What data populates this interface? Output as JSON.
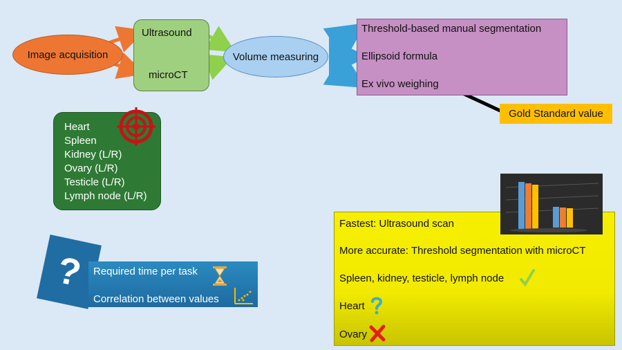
{
  "flow": {
    "acquisition": "Image acquisition",
    "modalities": [
      "Ultrasound",
      "microCT"
    ],
    "volume": "Volume measuring",
    "methods": [
      "Threshold-based manual segmentation",
      "Ellipsoid formula",
      "Ex vivo weighing"
    ],
    "gold_standard": "Gold Standard value"
  },
  "organs": [
    "Heart",
    "Spleen",
    "Kidney (L/R)",
    "Ovary (L/R)",
    "Testicle (L/R)",
    "Lymph node (L/R)"
  ],
  "metrics": [
    "Required time per task",
    "Correlation between values"
  ],
  "results": {
    "fastest": "Fastest: Ultrasound scan",
    "accurate": "More accurate: Threshold segmentation with microCT",
    "good_organs": "Spleen, kidney, testicle, lymph node",
    "unsure_organ": "Heart",
    "bad_organ": "Ovary"
  },
  "icons": [
    "target-icon",
    "question-mark-icon",
    "hourglass-icon",
    "scatter-plot-icon",
    "bar-chart-icon",
    "check-icon",
    "question-icon",
    "cross-icon"
  ],
  "colors": {
    "background": "#dbe8f6",
    "acquisition": "#ee7633",
    "modalities": "#9fd07f",
    "volume": "#a9cff1",
    "methods": "#c690c4",
    "gold": "#ffbf00",
    "organs": "#2e7a35",
    "metrics": "#1f6da3",
    "results": "#f1ea00"
  }
}
